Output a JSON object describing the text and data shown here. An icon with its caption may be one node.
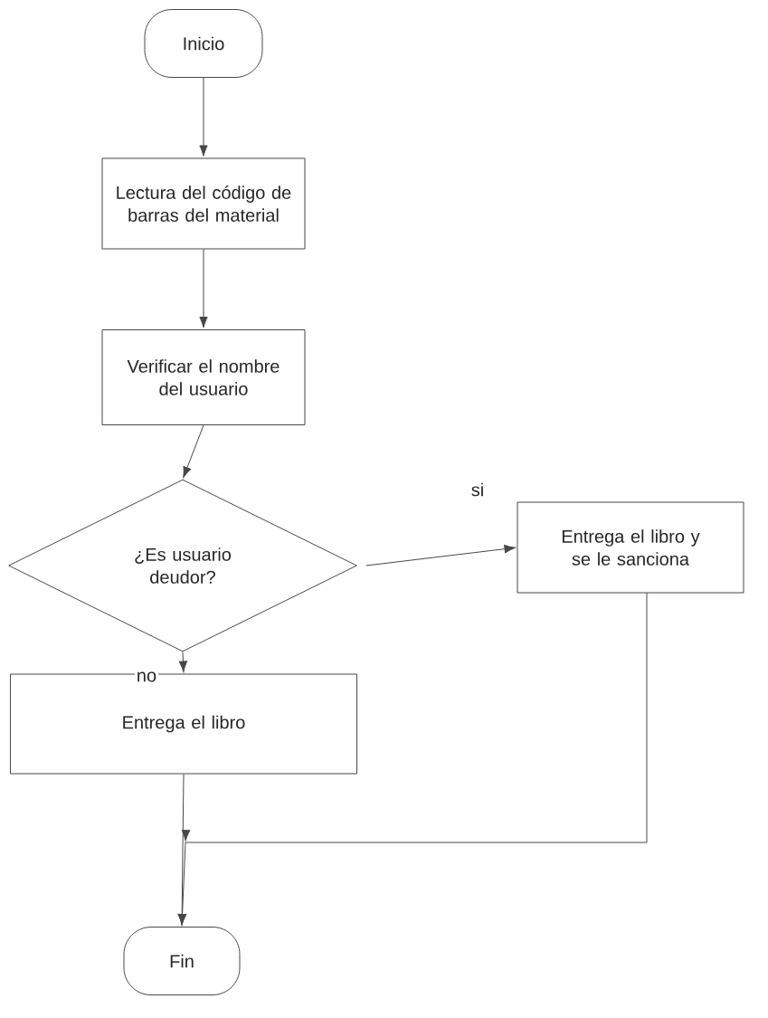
{
  "diagram": {
    "nodes": [
      {
        "text": [
          "Inicio"
        ]
      },
      {
        "text": [
          "Lectura del código de barras del material"
        ]
      },
      {
        "text": [
          "Verificar el nombre del usuario"
        ]
      },
      {
        "text": [
          "¿Es usuario deudor?"
        ]
      },
      {
        "text": [
          "Entrega el libro y se le sanciona"
        ]
      },
      {
        "text": [
          "Entrega el libro"
        ]
      },
      {
        "text": [
          "Fin"
        ]
      }
    ],
    "edges": [
      {
        "from": 0,
        "to": 1,
        "arrow": "to"
      },
      {
        "from": 1,
        "to": 2,
        "arrow": "to"
      },
      {
        "from": 2,
        "to": 3,
        "arrow": "to"
      },
      {
        "from": 3,
        "to": 4,
        "arrow": "to",
        "label": "si"
      },
      {
        "from": 3,
        "to": 5,
        "arrow": "to",
        "label": "no"
      },
      {
        "from": 5,
        "to": 6,
        "arrow": "to"
      },
      {
        "from": 4,
        "to": 6,
        "arrow": "to"
      }
    ]
  }
}
